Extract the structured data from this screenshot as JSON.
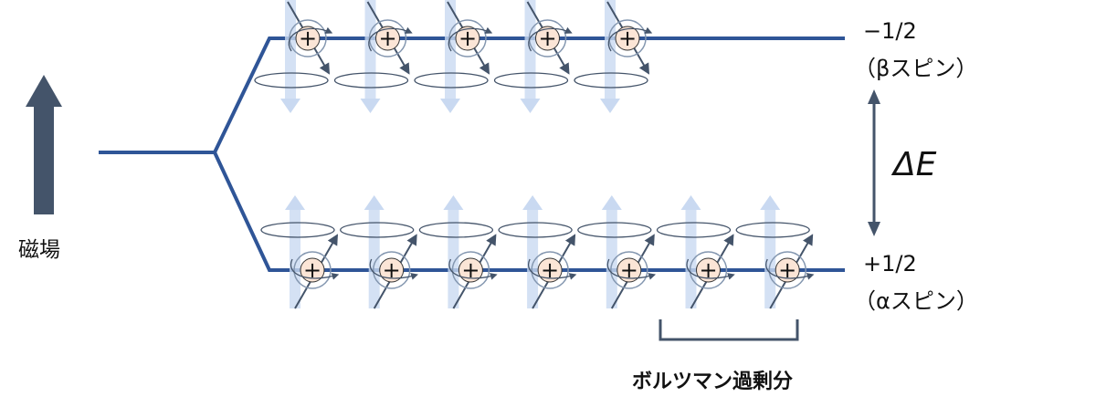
{
  "field_label": "磁場",
  "upper_level": {
    "spin": "−1/2",
    "name": "（βスピン）",
    "spin_count": 5
  },
  "lower_level": {
    "spin": "+1/2",
    "name": "（αスピン）",
    "spin_count": 7
  },
  "energy_gap_label": "ΔE",
  "nucleus_symbol": "+",
  "excess_label": "ボルツマン過剰分",
  "colors": {
    "level": "#2f5597",
    "arrow": "#44546a",
    "light_arrow": "#c9d9f1",
    "nucleus": "#fbe5d6"
  }
}
